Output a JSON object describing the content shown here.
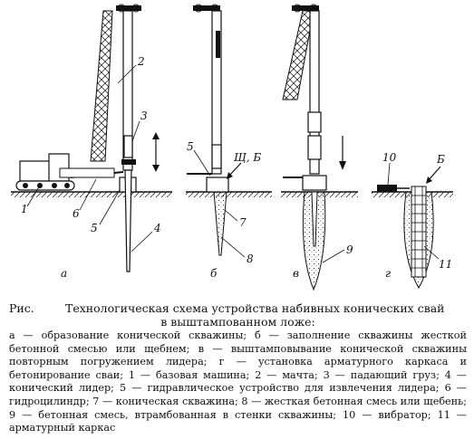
{
  "figure": {
    "numbers": {
      "n1": "1",
      "n2": "2",
      "n3": "3",
      "n4": "4",
      "n5a": "5",
      "n6": "6",
      "n5b": "5",
      "n7": "7",
      "n8": "8",
      "sh_b": "Щ, Б",
      "n9": "9",
      "n10": "10",
      "b": "Б",
      "n11": "11"
    },
    "panels": {
      "a": "а",
      "b": "б",
      "v": "в",
      "g": "г"
    }
  },
  "caption": {
    "label": "Рис.",
    "title_line1": "Технологическая схема устройства набивных конических свай",
    "title_line2": "в выштампованном ложе:",
    "body": "а — образование конической скважины; б — заполнение скважины жесткой бетонной смесью или щебнем; в — выштамповывание конической скважины повторным погружением лидера; г — установка арматурного каркаса и бетонирование сваи; 1 — базовая машина; 2 — мачта; 3 — падающий груз; 4 — конический лидер; 5 — гидравлическое устройство для извлечения лидера; 6 — гидроцилиндр; 7 — коническая скважина; 8 — жесткая бетонная смесь или щебень; 9 — бетонная смесь, втрамбованная в стенки скважины; 10 — вибратор; 11 — арматурный каркас"
  }
}
